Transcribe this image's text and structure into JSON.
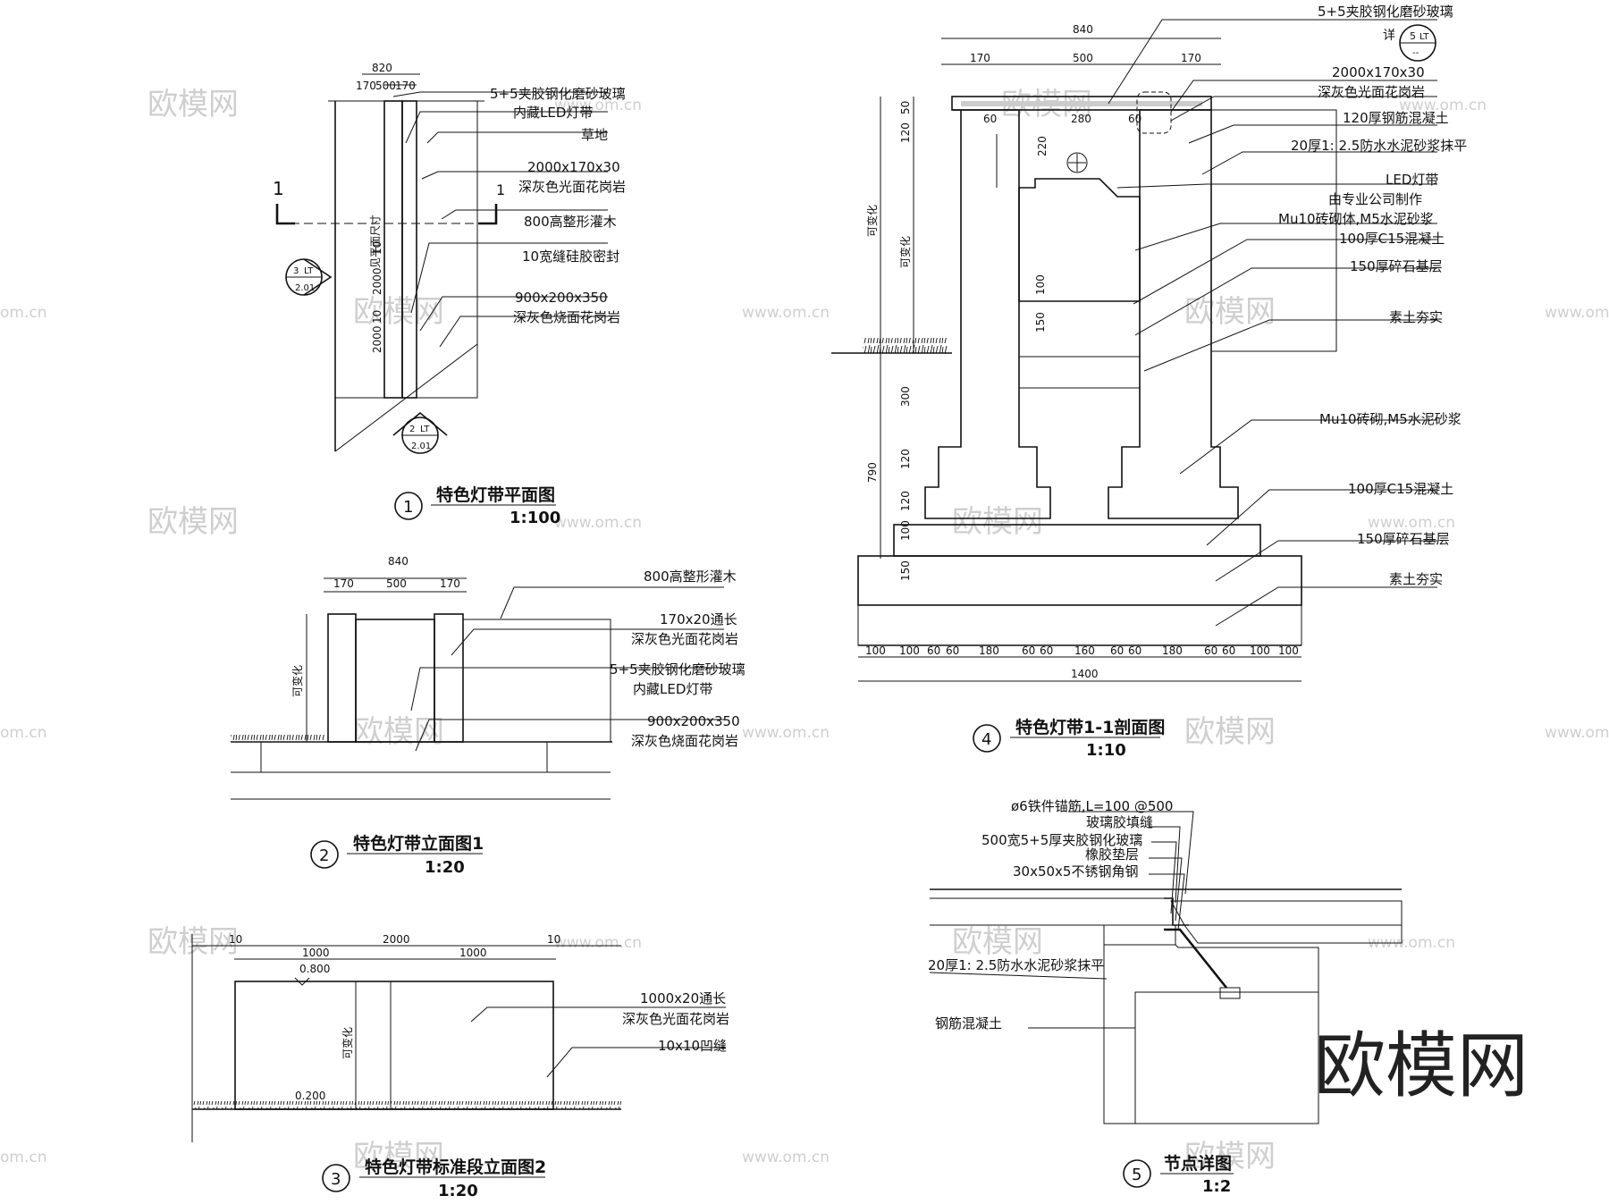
{
  "watermark": {
    "logo": "欧模网",
    "site": "www.om.cn",
    "site_short": "om.cn"
  },
  "drawing1": {
    "number": "1",
    "title": "特色灯带平面图",
    "scale": "1:100",
    "dims": [
      "820",
      "170",
      "500",
      "170",
      "见平面尺寸",
      "10",
      "2000",
      "10",
      "2000"
    ],
    "labels": [
      "5+5夹胶钢化磨砂玻璃",
      "内藏LED灯带",
      "草地",
      "2000x170x30",
      "深灰色光面花岗岩",
      "800高整形灌木",
      "10宽缝硅胶密封",
      "900x200x350",
      "深灰色烧面花岗岩"
    ],
    "section_mark": "1",
    "ref_a": {
      "num": "3",
      "code": "LT",
      "sheet": "2.01"
    },
    "ref_b": {
      "num": "2",
      "code": "LT",
      "sheet": "2.01"
    }
  },
  "drawing2": {
    "number": "2",
    "title": "特色灯带立面图1",
    "scale": "1:20",
    "dims": [
      "840",
      "170",
      "500",
      "170",
      "可变化"
    ],
    "labels": [
      "800高整形灌木",
      "170x20通长",
      "深灰色光面花岗岩",
      "5+5夹胶钢化磨砂玻璃",
      "内藏LED灯带",
      "900x200x350",
      "深灰色烧面花岗岩"
    ]
  },
  "drawing3": {
    "number": "3",
    "title": "特色灯带标准段立面图2",
    "scale": "1:20",
    "dims": [
      "10",
      "2000",
      "10",
      "1000",
      "1000",
      "可变化"
    ],
    "levels": [
      "0.800",
      "0.200"
    ],
    "labels": [
      "1000x20通长",
      "深灰色光面花岗岩",
      "10x10凹缝"
    ]
  },
  "drawing4": {
    "number": "4",
    "title": "特色灯带1-1剖面图",
    "scale": "1:10",
    "top_dims": [
      "840",
      "170",
      "500",
      "170"
    ],
    "inner_dims": [
      "60",
      "280",
      "60",
      "220"
    ],
    "left_dims": [
      "50",
      "120",
      "可变化",
      "可变化",
      "100",
      "150",
      "300",
      "790",
      "120",
      "120",
      "100",
      "150"
    ],
    "bottom_dims": [
      "100",
      "100",
      "60",
      "60",
      "180",
      "60",
      "60",
      "160",
      "60",
      "60",
      "180",
      "60",
      "60",
      "100",
      "100"
    ],
    "total": "1400",
    "detail_ref": {
      "prefix": "详",
      "num": "5",
      "code": "LT",
      "sheet": "--"
    },
    "labels": [
      "5+5夹胶钢化磨砂玻璃",
      "2000x170x30",
      "深灰色光面花岗岩",
      "120厚钢筋混凝土",
      "20厚1: 2.5防水水泥砂浆抹平",
      "LED灯带",
      "由专业公司制作",
      "Mu10砖砌体,M5水泥砂浆",
      "100厚C15混凝土",
      "150厚碎石基层",
      "素土夯实",
      "Mu10砖砌,M5水泥砂浆",
      "100厚C15混凝土",
      "150厚碎石基层",
      "素土夯实"
    ]
  },
  "drawing5": {
    "number": "5",
    "title": "节点详图",
    "scale": "1:2",
    "labels": [
      "ø6铁件锚筋,L=100 @500",
      "玻璃胶填缝",
      "500宽5+5厚夹胶钢化玻璃",
      "橡胶垫层",
      "30x50x5不锈钢角钢",
      "20厚1: 2.5防水水泥砂浆抹平",
      "钢筋混凝土"
    ]
  }
}
